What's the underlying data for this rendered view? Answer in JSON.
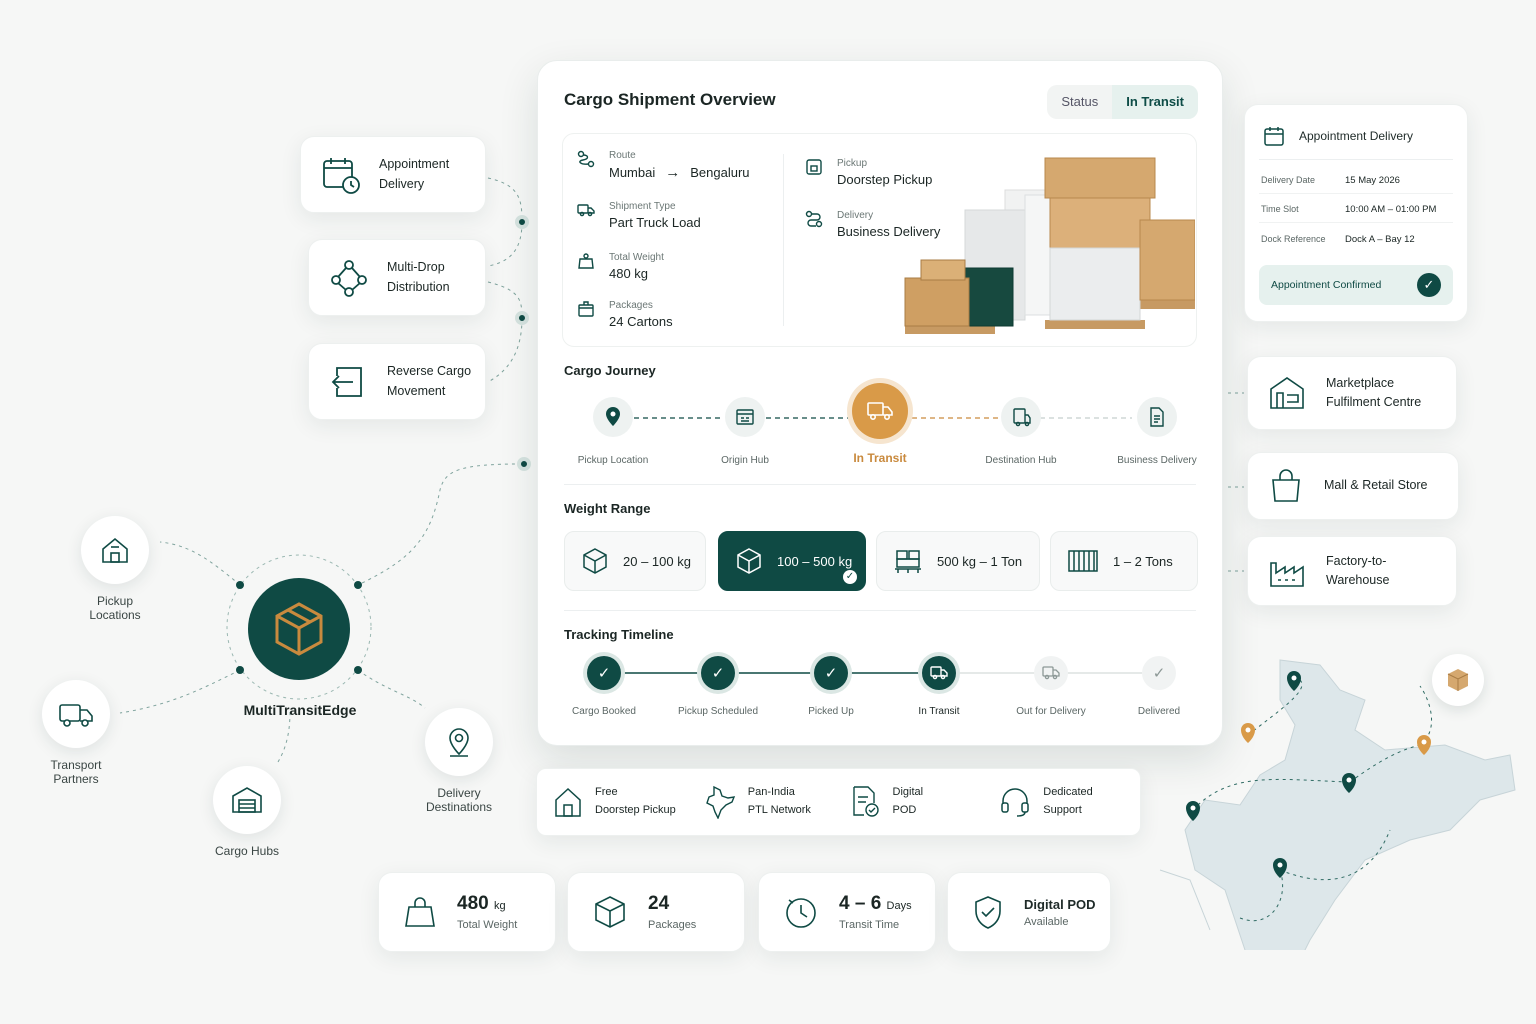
{
  "main": {
    "title": "Cargo Shipment Overview",
    "status_label": "Status",
    "status_value": "In Transit",
    "route_label": "Route",
    "route_from": "Mumbai",
    "route_to": "Bengaluru",
    "shipment_type_label": "Shipment Type",
    "shipment_type": "Part Truck Load",
    "weight_label": "Total Weight",
    "weight": "480 kg",
    "packages_label": "Packages",
    "packages": "24 Cartons",
    "pickup_label": "Pickup",
    "pickup": "Doorstep Pickup",
    "delivery_label": "Delivery",
    "delivery": "Business Delivery"
  },
  "journey": {
    "title": "Cargo Journey",
    "steps": [
      "Pickup Location",
      "Origin Hub",
      "In Transit",
      "Destination Hub",
      "Business Delivery"
    ],
    "active_index": 2
  },
  "weight_range": {
    "title": "Weight Range",
    "options": [
      "20 – 100 kg",
      "100 – 500 kg",
      "500 kg – 1 Ton",
      "1 – 2 Tons"
    ],
    "selected_index": 1
  },
  "tracking": {
    "title": "Tracking Timeline",
    "steps": [
      "Cargo Booked",
      "Pickup Scheduled",
      "Picked Up",
      "In Transit",
      "Out for Delivery",
      "Delivered"
    ]
  },
  "appointment": {
    "title": "Appointment Delivery",
    "delivery_date_label": "Delivery Date",
    "delivery_date": "15 May 2026",
    "time_slot_label": "Time Slot",
    "time_slot": "10:00 AM – 01:00 PM",
    "dock_label": "Dock Reference",
    "dock": "Dock A – Bay 12",
    "confirmed": "Appointment Confirmed"
  },
  "left_services": {
    "s1_line1": "Appointment",
    "s1_line2": "Delivery",
    "s2_line1": "Multi-Drop",
    "s2_line2": "Distribution",
    "s3_line1": "Reverse Cargo",
    "s3_line2": "Movement"
  },
  "destinations": {
    "d1_line1": "Marketplace",
    "d1_line2": "Fulfilment Centre",
    "d2": "Mall & Retail Store",
    "d3_line1": "Factory-to-",
    "d3_line2": "Warehouse"
  },
  "network": {
    "center": "MultiTransitEdge",
    "pickup_line1": "Pickup",
    "pickup_line2": "Locations",
    "transport_line1": "Transport",
    "transport_line2": "Partners",
    "hubs": "Cargo Hubs",
    "dest_line1": "Delivery",
    "dest_line2": "Destinations"
  },
  "features": {
    "f1_line1": "Free",
    "f1_line2": "Doorstep Pickup",
    "f2_line1": "Pan-India",
    "f2_line2": "PTL Network",
    "f3_line1": "Digital",
    "f3_line2": "POD",
    "f4_line1": "Dedicated",
    "f4_line2": "Support"
  },
  "stats": {
    "weight_value": "480",
    "weight_unit": "kg",
    "weight_label": "Total Weight",
    "packages_value": "24",
    "packages_label": "Packages",
    "transit_value": "4 – 6",
    "transit_unit": "Days",
    "transit_label": "Transit Time",
    "pod_value": "Digital POD",
    "pod_label": "Available"
  },
  "colors": {
    "primary": "#0f4a44",
    "accent": "#c98a3e",
    "soft": "#e6f1ee"
  }
}
